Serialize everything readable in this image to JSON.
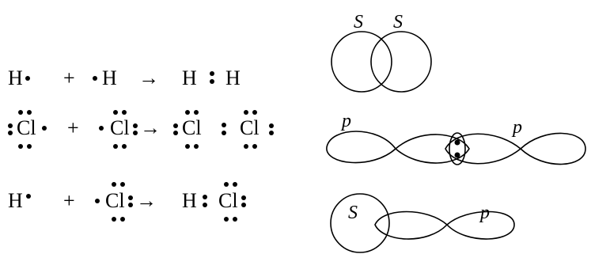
{
  "equations": [
    {
      "left1": "H",
      "plus": "+",
      "left2": "H",
      "arrow": "→",
      "prod1": "H",
      "prod2": "H"
    },
    {
      "left1": "Cl",
      "plus": "+",
      "left2": "Cl",
      "arrow": "→",
      "prod1": "Cl",
      "prod2": "Cl"
    },
    {
      "left1": "H",
      "plus": "+",
      "left2": "Cl",
      "arrow": "→",
      "prod1": "H",
      "prod2": "Cl"
    }
  ],
  "orbitals": {
    "ss_labels": [
      "S",
      "S"
    ],
    "pp_labels": [
      "p",
      "p"
    ],
    "sp_labels": [
      "S",
      "p"
    ]
  }
}
